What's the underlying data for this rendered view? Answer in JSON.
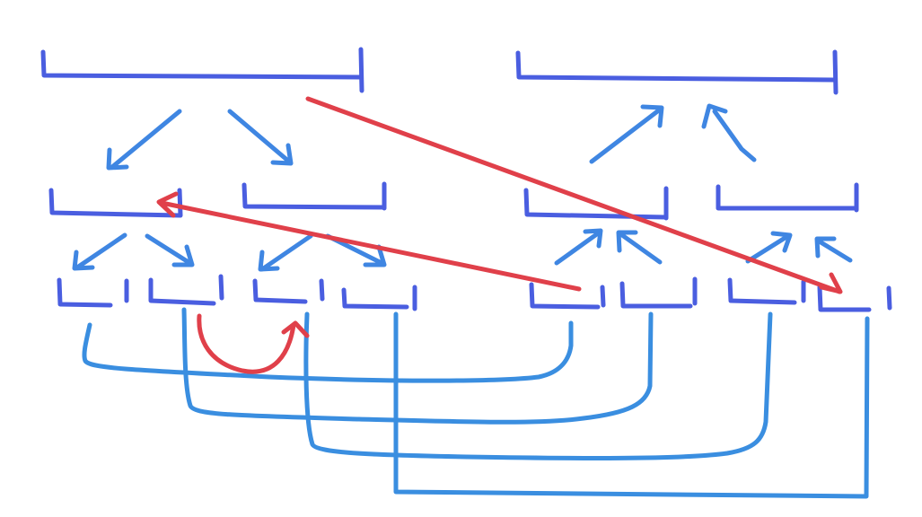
{
  "diagram": {
    "description_type": "hand-drawn tree diagram",
    "colors": {
      "tree_ink": "#4a5ee0",
      "arrow_ink": "#3f86e2",
      "link_ink": "#3a8ee0",
      "red_ink": "#e0404a",
      "background": "#ffffff"
    },
    "left_tree": {
      "root": "root-bracket",
      "level1": [
        "bracket-a",
        "bracket-b"
      ],
      "level2": [
        "leaf-a1",
        "leaf-a2",
        "leaf-b1",
        "leaf-b2"
      ],
      "arrow_direction": "downward"
    },
    "right_tree": {
      "root": "root-bracket",
      "level1": [
        "bracket-c",
        "bracket-d"
      ],
      "level2": [
        "leaf-c1",
        "leaf-c2",
        "leaf-d1",
        "leaf-d2"
      ],
      "arrow_direction": "upward"
    },
    "link_count": 4,
    "red_arrow_count": 3
  }
}
